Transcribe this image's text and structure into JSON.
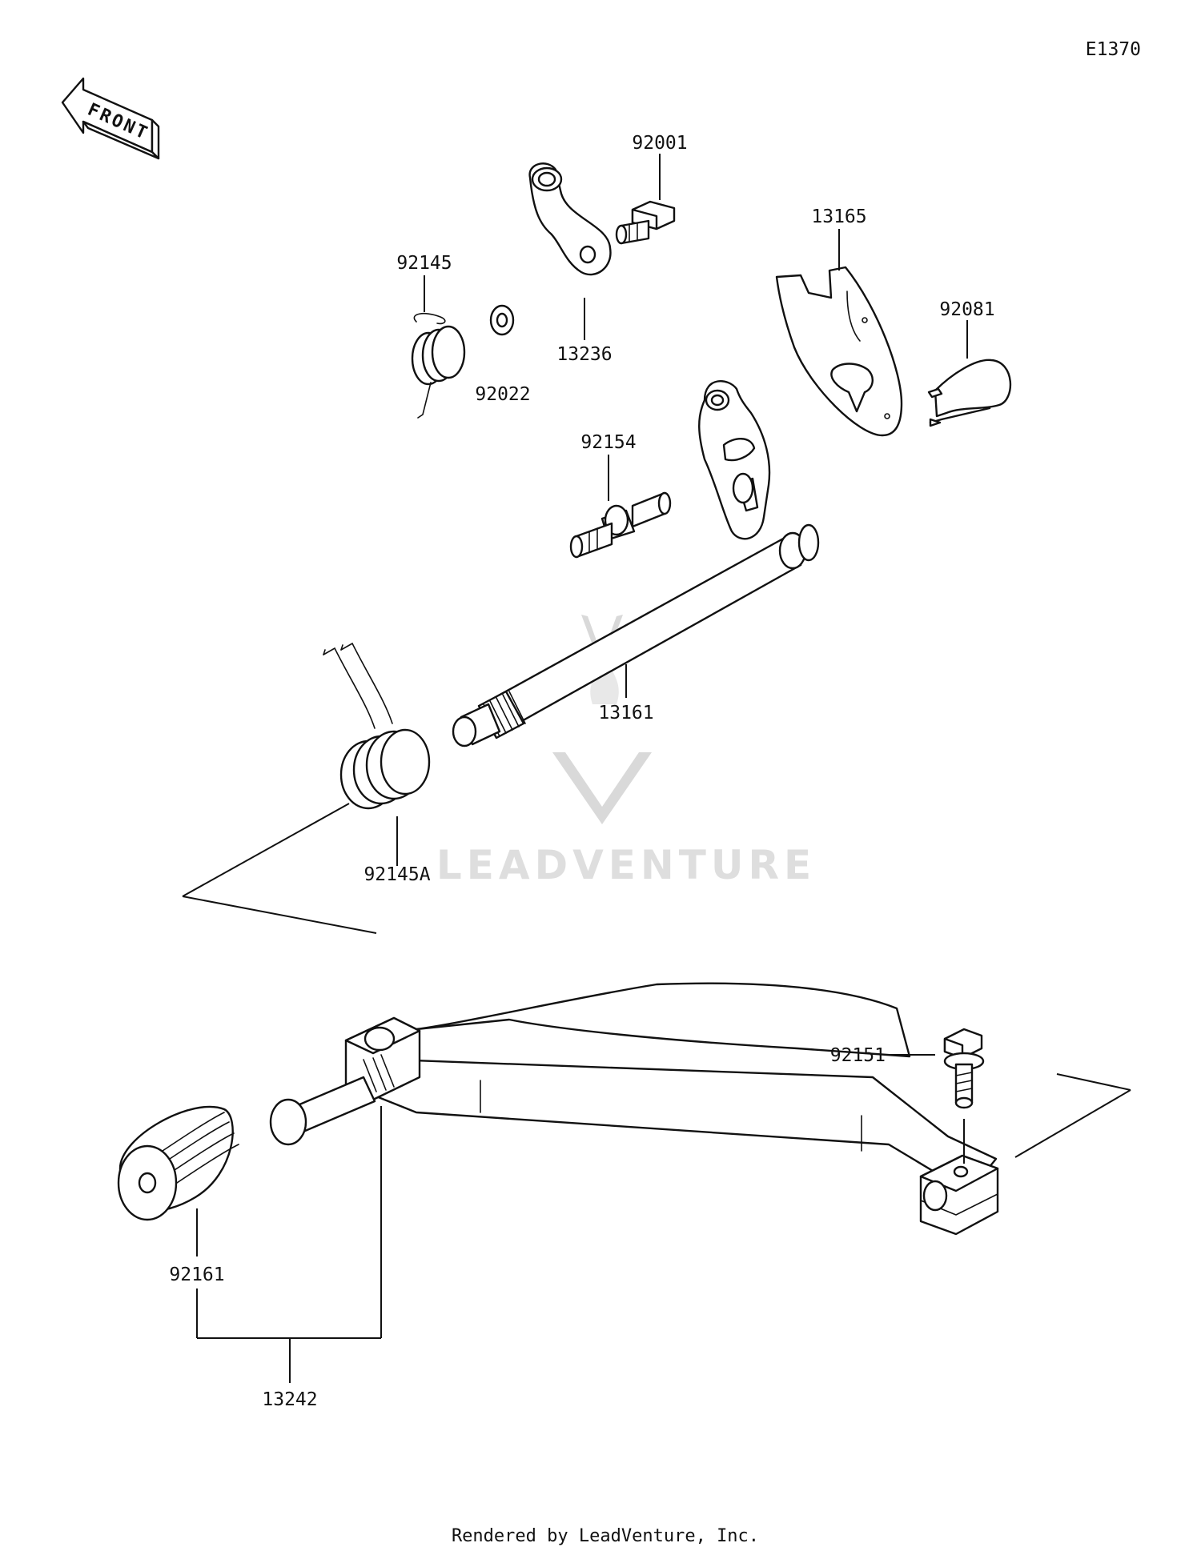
{
  "diagram_id": "E1370",
  "front_arrow_text": "FRONT",
  "watermark": "LEADVENTURE",
  "footer": "Rendered by LeadVenture, Inc.",
  "parts": {
    "p92001": "92001",
    "p13165": "13165",
    "p92145": "92145",
    "p92081": "92081",
    "p13236": "13236",
    "p92022": "92022",
    "p92154": "92154",
    "p13161": "13161",
    "p92145A": "92145A",
    "p92151": "92151",
    "p92161": "92161",
    "p13242": "13242"
  }
}
